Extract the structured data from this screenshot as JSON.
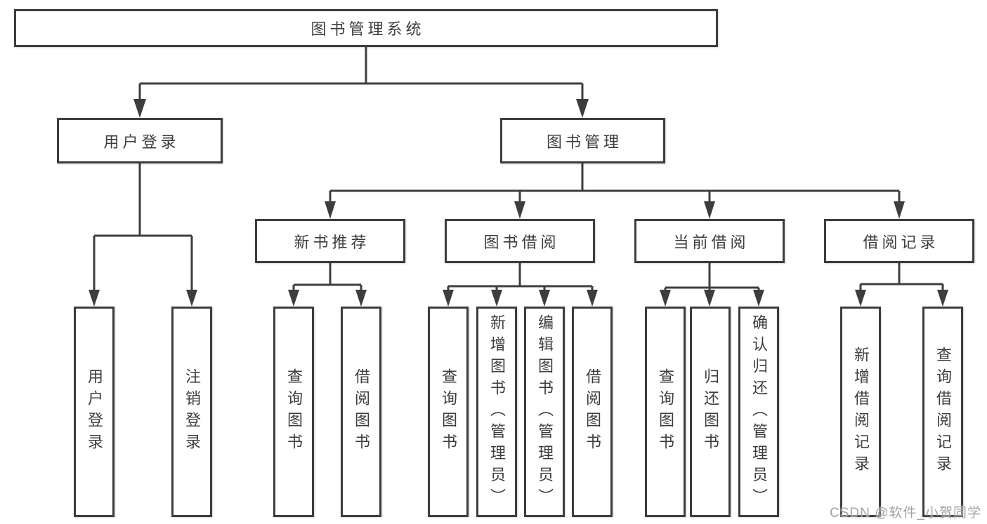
{
  "diagram": {
    "root": {
      "label": "图书管理系统"
    },
    "level2": [
      {
        "label": "用户登录"
      },
      {
        "label": "图书管理"
      }
    ],
    "level3": [
      {
        "label": "新书推荐"
      },
      {
        "label": "图书借阅"
      },
      {
        "label": "当前借阅"
      },
      {
        "label": "借阅记录"
      }
    ],
    "leaves": {
      "user_login": [
        "用户登录",
        "注销登录"
      ],
      "new_books": [
        "查询图书",
        "借阅图书"
      ],
      "book_borrow": [
        "查询图书",
        "新增图书（管理员）",
        "编辑图书（管理员）",
        "借阅图书"
      ],
      "current_borrow": [
        "查询图书",
        "归还图书",
        "确认归还（管理员）"
      ],
      "borrow_records": [
        "新增借阅记录",
        "查询借阅记录"
      ]
    }
  },
  "watermark": {
    "text": "CSDN @软件_小贺同学"
  },
  "colors": {
    "line": "#3d3d3d",
    "text": "#3d3d3d",
    "watermark": "#a3a3a3",
    "background": "#ffffff"
  }
}
